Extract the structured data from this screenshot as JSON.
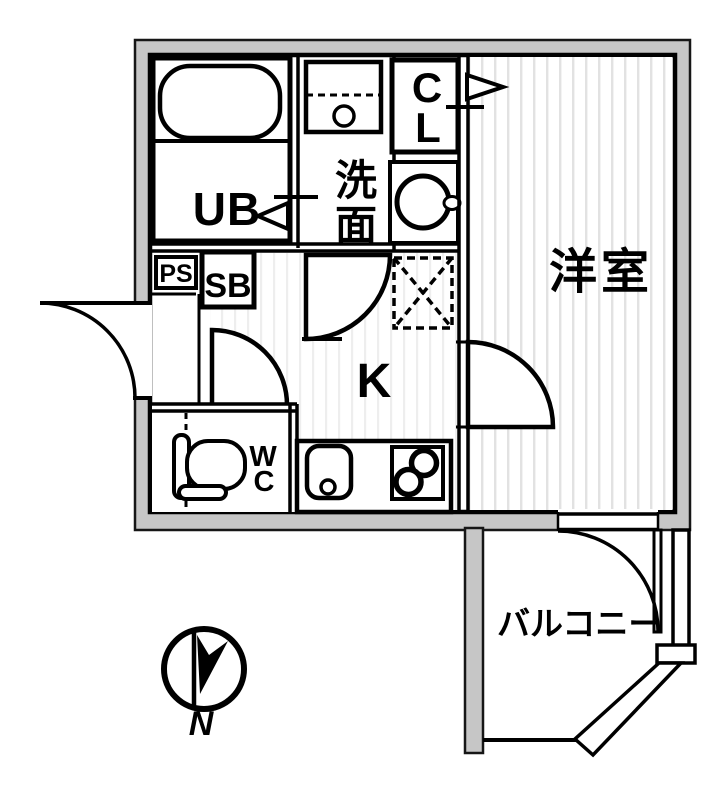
{
  "figure": "japanese-apartment-floor-plan",
  "colors": {
    "wall_fill": "#c6c6c6",
    "line": "#000000",
    "room_stripe": "#e2e2e2",
    "kitchen_stripe": "#eeeeee",
    "background": "#ffffff"
  },
  "rooms": {
    "unit_bath": {
      "label": "UB"
    },
    "washroom": {
      "char1": "洗",
      "char2": "面"
    },
    "closet": {
      "char1": "C",
      "char2": "L"
    },
    "western_room": {
      "label": "洋室"
    },
    "pipe_space": {
      "label": "PS"
    },
    "shoe_box": {
      "label": "SB"
    },
    "kitchen": {
      "label": "K"
    },
    "toilet": {
      "char1": "W",
      "char2": "C"
    },
    "balcony": {
      "label": "バルコニー"
    }
  },
  "compass": {
    "label": "N"
  },
  "fixtures": [
    "bathtub",
    "washing-machine-pan",
    "round-wash-basin",
    "refrigerator-space",
    "toilet",
    "kitchen-sink",
    "two-burner-stove"
  ]
}
